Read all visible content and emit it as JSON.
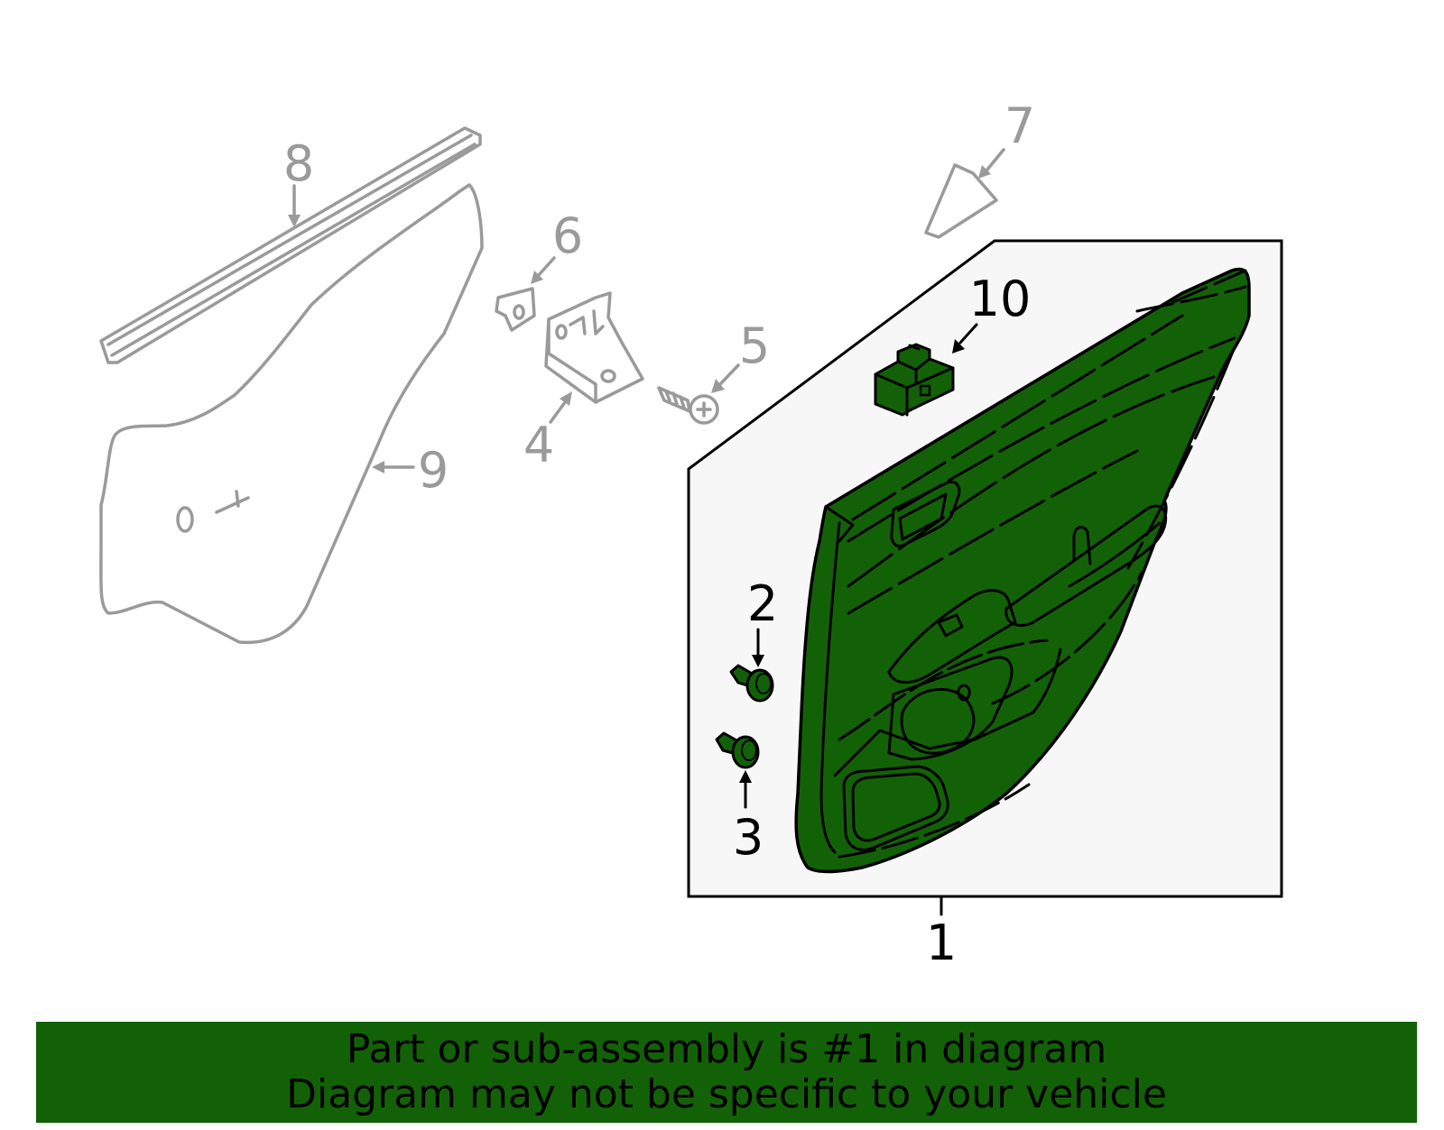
{
  "diagram": {
    "callouts": [
      {
        "id": "1",
        "text": "1",
        "highlighted": true
      },
      {
        "id": "2",
        "text": "2",
        "highlighted": true
      },
      {
        "id": "3",
        "text": "3",
        "highlighted": true
      },
      {
        "id": "4",
        "text": "4",
        "highlighted": false
      },
      {
        "id": "5",
        "text": "5",
        "highlighted": false
      },
      {
        "id": "6",
        "text": "6",
        "highlighted": false
      },
      {
        "id": "7",
        "text": "7",
        "highlighted": false
      },
      {
        "id": "8",
        "text": "8",
        "highlighted": false
      },
      {
        "id": "9",
        "text": "9",
        "highlighted": false
      },
      {
        "id": "10",
        "text": "10",
        "highlighted": true
      }
    ]
  },
  "banner": {
    "line1": "Part or sub-assembly is #1 in diagram",
    "line2": "Diagram may not be specific to your vehicle"
  },
  "colors": {
    "highlight_fill": "#136107",
    "banner_bg": "#136107",
    "dim_gray": "#9a9a9a",
    "assembly_box_bg": "#f7f7f7"
  }
}
